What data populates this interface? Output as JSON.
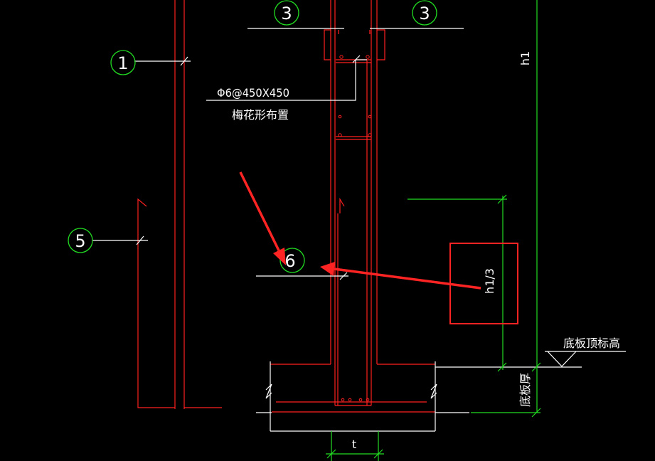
{
  "callouts": {
    "c1": "1",
    "c3a": "3",
    "c3b": "3",
    "c5": "5",
    "c6": "6"
  },
  "notes": {
    "rebar_spec": "Φ6@450X450",
    "arrangement": "梅花形布置"
  },
  "dimensions": {
    "h1": "h1",
    "h1_third": "h1/3",
    "thickness": "t",
    "slab_thickness": "底板厚",
    "slab_top_elev": "底板顶标高"
  },
  "colors": {
    "rebar": "#ff2020",
    "leader": "#ffffff",
    "dimension": "#22dd22",
    "annotation": "#ff2424",
    "background": "#000000"
  }
}
